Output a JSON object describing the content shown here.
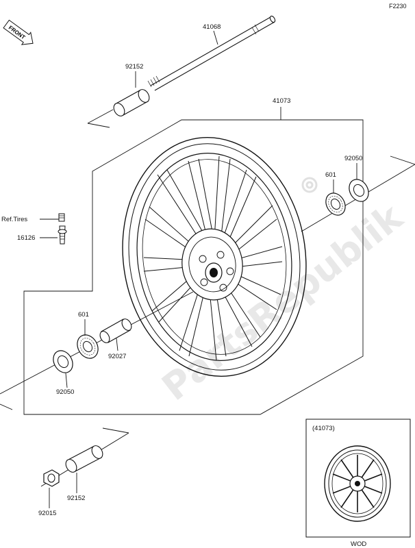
{
  "diagram_code": "F2230",
  "direction_label": "FRONT",
  "callouts": {
    "axle": "41068",
    "collar_top": "92152",
    "wheel": "41073",
    "oil_seal_right": "92050",
    "bearing_right": "601",
    "ref_tires": "Ref.Tires",
    "valve": "16126",
    "bearing_left": "601",
    "sleeve": "92027",
    "oil_seal_left": "92050",
    "collar_bottom": "92152",
    "nut": "92015"
  },
  "inset": {
    "part_number": "(41073)",
    "caption": "WOD"
  },
  "watermark": "PartsRepublik"
}
